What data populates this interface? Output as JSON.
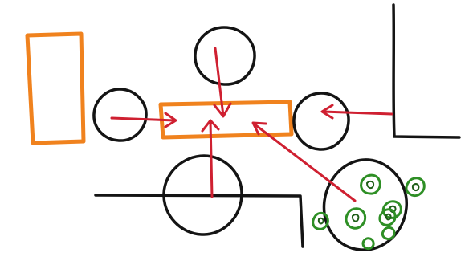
{
  "colors": {
    "background": "#ffffff",
    "rectangle_stroke": "#f0821e",
    "circle_stroke": "#141414",
    "line_stroke": "#141414",
    "arrow_stroke": "#cf2031",
    "blob_stroke": "#2e8f25",
    "blob_inner_stroke": "#1f5e18"
  },
  "shapes": {
    "rectangles": [
      "tall-rectangle",
      "central-rectangle"
    ],
    "circles": [
      "top-circle",
      "left-circle",
      "right-circle",
      "bottom-circle",
      "blob-circle"
    ],
    "arrows": [
      "top-arrow",
      "left-arrow",
      "right-arrow",
      "bottom-arrow",
      "diagonal-arrow"
    ],
    "green_blob_count": 8
  }
}
